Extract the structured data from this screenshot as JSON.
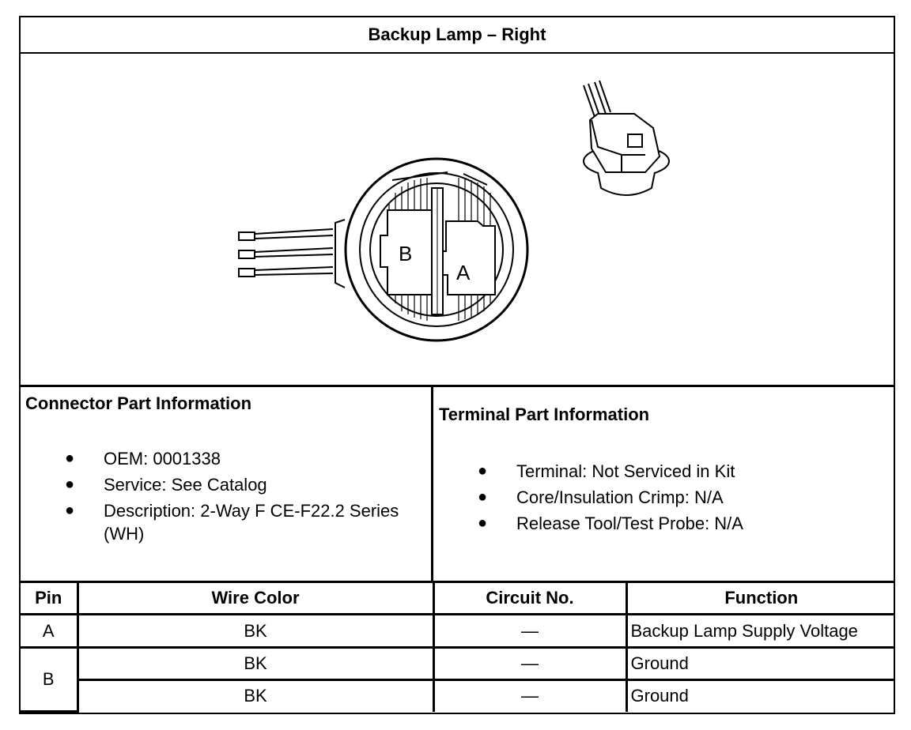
{
  "title": "Backup Lamp – Right",
  "diagram": {
    "cavity_labels": [
      "B",
      "A"
    ]
  },
  "connector_info": {
    "title": "Connector Part Information",
    "items": [
      "OEM: 0001338",
      "Service: See Catalog",
      "Description: 2-Way F CE-F22.2 Series (WH)"
    ]
  },
  "terminal_info": {
    "title": "Terminal Part Information",
    "items": [
      "Terminal: Not Serviced in Kit",
      "Core/Insulation Crimp: N/A",
      "Release Tool/Test Probe: N/A"
    ]
  },
  "bullet_glyph": "●",
  "table": {
    "headers": [
      "Pin",
      "Wire Color",
      "Circuit No.",
      "Function"
    ],
    "rows": [
      {
        "pin": "A",
        "wire_color": "BK",
        "circuit": "—",
        "function": "Backup Lamp Supply Voltage"
      },
      {
        "pin": "B",
        "wire_color": "BK",
        "circuit": "—",
        "function": "Ground"
      },
      {
        "pin": "",
        "wire_color": "BK",
        "circuit": "—",
        "function": "Ground"
      }
    ]
  }
}
